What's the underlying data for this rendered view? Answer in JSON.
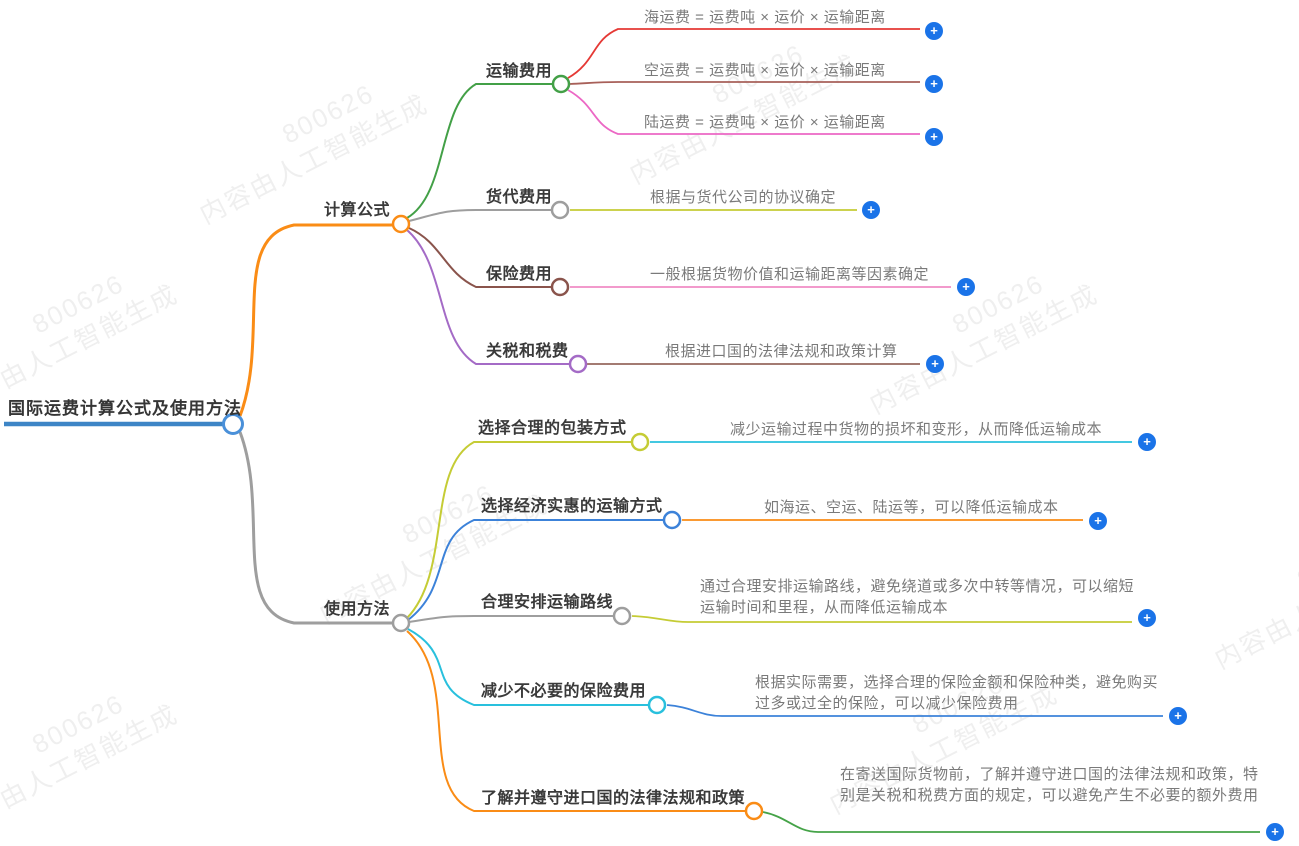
{
  "title": "国际运费计算公式及使用方法",
  "plus": "+",
  "watermark": {
    "id": "800626",
    "text": "内容由人工智能生成"
  },
  "formulas": {
    "label": "计算公式",
    "transport": {
      "label": "运输费用",
      "sea": "海运费 = 运费吨 × 运价 × 运输距离",
      "air": "空运费 = 运费吨 × 运价 × 运输距离",
      "land": "陆运费 = 运费吨 × 运价 × 运输距离"
    },
    "forwarder": {
      "label": "货代费用",
      "note": "根据与货代公司的协议确定"
    },
    "insurance": {
      "label": "保险费用",
      "note": "一般根据货物价值和运输距离等因素确定"
    },
    "tax": {
      "label": "关税和税费",
      "note": "根据进口国的法律法规和政策计算"
    }
  },
  "usage": {
    "label": "使用方法",
    "packaging": {
      "label": "选择合理的包装方式",
      "note": "减少运输过程中货物的损坏和变形，从而降低运输成本"
    },
    "transport_mode": {
      "label": "选择经济实惠的运输方式",
      "note": "如海运、空运、陆运等，可以降低运输成本"
    },
    "route": {
      "label": "合理安排运输路线",
      "note": "通过合理安排运输路线，避免绕道或多次中转等情况，可以缩短运输时间和里程，从而降低运输成本"
    },
    "insurance_reduce": {
      "label": "减少不必要的保险费用",
      "note": "根据实际需要，选择合理的保险金额和保险种类，避免购买过多或过全的保险，可以减少保险费用"
    },
    "compliance": {
      "label": "了解并遵守进口国的法律法规和政策",
      "note": "在寄送国际货物前，了解并遵守进口国的法律法规和政策，特别是关税和税费方面的规定，可以避免产生不必要的额外费用"
    }
  },
  "colors": {
    "root_blue": "#3d85c6",
    "orange": "#fa8c16",
    "gray": "#9e9e9e",
    "green": "#43a047",
    "red": "#e53935",
    "dark_red": "#a86059",
    "pink": "#ec68c5",
    "light_pink": "#f08cc5",
    "brown": "#8a544c",
    "tax_brown": "#96685e",
    "purple": "#a46bc6",
    "yellow_green": "#c5cc35",
    "cyan": "#29c0dd",
    "blue": "#3c82d9",
    "plus_blue": "#1a73e8"
  }
}
